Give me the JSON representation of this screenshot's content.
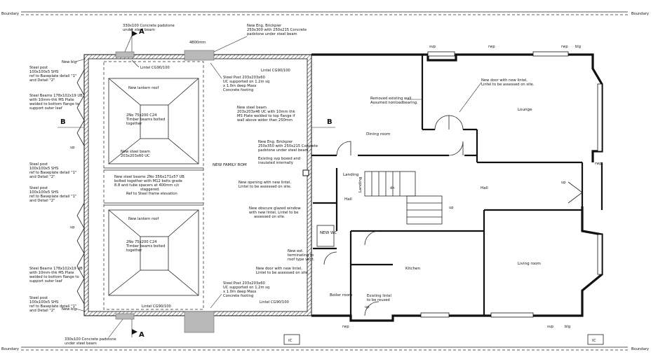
{
  "boundary": {
    "label": "Boundary"
  },
  "sections": {
    "a_label": "A",
    "b_label": "B"
  },
  "rooms": {
    "family": "NEW FAMILY ROM",
    "dining": "Dining room",
    "lounge": "Lounge",
    "hall_main": "Hall",
    "hall_small": "Hall",
    "kitchen": "Kitchen",
    "living": "Living room",
    "boiler": "Boiler room",
    "wc": "NEW WC",
    "landing": "Landing",
    "landing_v": "Landing",
    "ic1": "IC",
    "ic2": "IC"
  },
  "small_labels": {
    "svp_top": "svp",
    "rwp_top": "rwp",
    "rwp_top2": "rwp",
    "rwp_right": "rwp",
    "blg": "blg",
    "rwp_bottom": "rwp",
    "svp_bottom": "svp",
    "blg_bottom": "blg",
    "up1": "up",
    "up2": "up",
    "up3": "up",
    "up4": "up",
    "dn1": "dn",
    "up_door": "up",
    "dim_top": "4800mm"
  },
  "annotations": {
    "pad_top": [
      "330x100 Concrete padstone",
      "under steel beam"
    ],
    "brick_pier_top": [
      "New Eng. Brickpier",
      "250x300 with 250x215 Concrete",
      "padstone under steel beam"
    ],
    "new_blg_top": [
      "New blg"
    ],
    "lintel_top": [
      "Lintel CG90/100"
    ],
    "lintel_top2": [
      "Lintel CG90/100"
    ],
    "post_top": [
      "Steel Post 203x203x60",
      "UC supported on 1.2m sq",
      "x 1.0m deep Mass",
      "Concrete footing"
    ],
    "post_left_1": [
      "Steel post",
      "100x100x5 SHS",
      "ref to Baseplate detail \"1\"",
      "and Detail \"2\""
    ],
    "beam_left_1": [
      "Steel Beams 178x102x19 UB",
      "with 10mm-thk MS Plate",
      "welded to bottom flange to",
      "support outer leaf"
    ],
    "lantern_1": [
      "New lantern roof"
    ],
    "timber_1": [
      "2No 75x200 C24",
      "Timber beams bolted",
      "together"
    ],
    "steel_beam_1": [
      "New steel beam",
      "203x203x46 UC with 10mm thk",
      "MS Plate welded to top flange if",
      "wall above wider than 250mm"
    ],
    "new_steel_beam_small": [
      "New steel beam",
      "203x203x60 UC"
    ],
    "brick_pier_mid": [
      "New Eng. Brickpier",
      "250x350 with 250x215 Concrete",
      "padstone under steel beam"
    ],
    "svp_boxed": [
      "Existing svp boxed and",
      "insulated internally"
    ],
    "post_left_2": [
      "Steel post",
      "100x100x5 SHS",
      "ref to Baseplate detail \"1\"",
      "and Detail \"2\""
    ],
    "post_left_3": [
      "Steel post",
      "100x100x5 SHS",
      "ref to Baseplate detail \"1\"",
      "and Detail \"2\""
    ],
    "steel_beams_mid": [
      "New steel beams 2No 356x171x57 UB",
      "bolted together with M12 bolts grade",
      "8.8 and tube spacers at 400mm c/c",
      "staggered.",
      "Ref to Steel frame elevation"
    ],
    "opening": [
      "New opening with new lintel,",
      "Lintel to be assessed on site."
    ],
    "obscure": [
      "New obscure glazed window",
      "with new lintel, Lintel to be",
      "assessed on site."
    ],
    "lantern_2": [
      "New lantern roof"
    ],
    "timber_2": [
      "2No 75x200 C24",
      "Timber beams bolted",
      "together"
    ],
    "ext_vent": [
      "New ext.",
      "terminating to",
      "roof type vent."
    ],
    "door_kitchen": [
      "New door with new lintel,",
      "Lintel to be assessed on site."
    ],
    "beam_left_2": [
      "Steel Beams 178x102x19 UB",
      "with 10mm-thk MS Plate",
      "welded to bottom flange to",
      "support outer leaf"
    ],
    "post_bottom": [
      "Steel Post 203x203x60",
      "UC supported on 1.2m sq",
      "x 1.0m deep Mass",
      "Concrete footing"
    ],
    "post_left_4": [
      "Steel post",
      "100x100x5 SHS",
      "ref to Baseplate detail \"1\"",
      "and Detail \"2\""
    ],
    "new_blg_bottom": [
      "New blg"
    ],
    "lintel_bottom": [
      "Lintel CG90/100"
    ],
    "lintel_bottom2": [
      "Lintel CG90/100"
    ],
    "pad_bottom": [
      "330x100 Concrete padstone",
      "under steel beam"
    ],
    "removed_wall": [
      "Removed existing wall.",
      "Assumed nonloadbearing."
    ],
    "new_door_lounge": [
      "New door with new lintel,",
      "Lintel to be assessed on site."
    ],
    "existing_lintel": [
      "Existing lintel",
      "to be reused"
    ]
  }
}
